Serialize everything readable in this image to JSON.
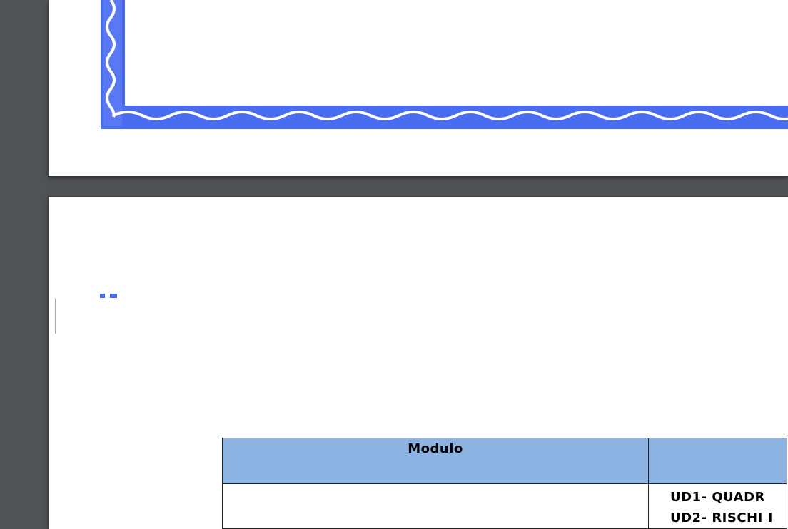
{
  "table": {
    "headers": [
      "Modulo",
      ""
    ],
    "rows": [
      {
        "modulo": "",
        "units": [
          "UD1- QUADR",
          "UD2- RISCHI I"
        ]
      }
    ]
  },
  "colors": {
    "border_blue": "#4a6cf0",
    "header_fill": "#8db3e2",
    "background": "#4f5357"
  }
}
